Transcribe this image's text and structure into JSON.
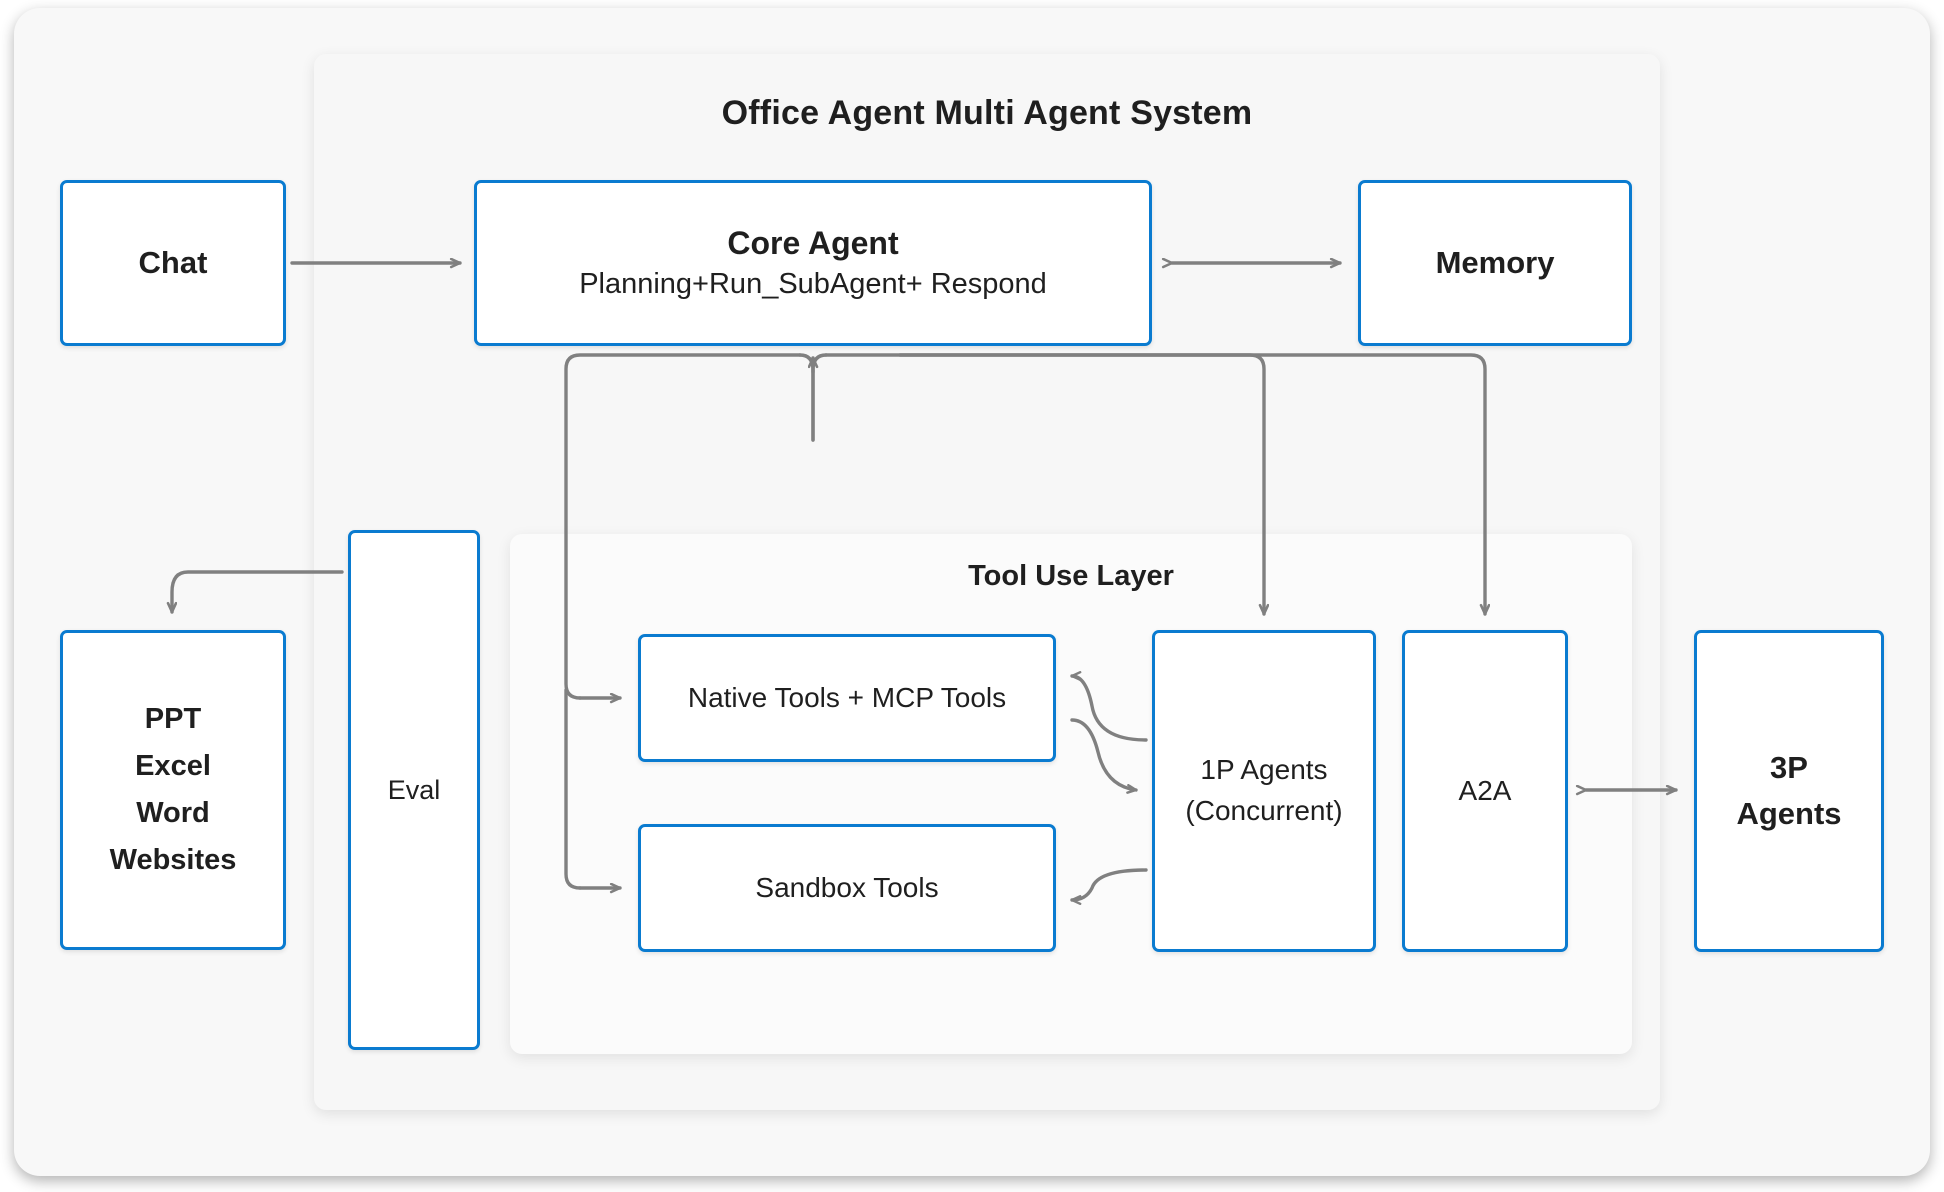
{
  "diagram": {
    "system_title": "Office Agent Multi Agent System",
    "tool_layer_title": "Tool Use Layer",
    "colors": {
      "node_border": "#0a7bd0",
      "node_fill": "#ffffff",
      "panel_fill": "#f7f7f7",
      "page_fill": "#f8f8f8",
      "arrow": "#808080",
      "text": "#1f1f1f"
    },
    "nodes": {
      "chat": {
        "label": "Chat"
      },
      "core_agent": {
        "title": "Core Agent",
        "subtitle": "Planning+Run_SubAgent+ Respond"
      },
      "memory": {
        "label": "Memory"
      },
      "documents": {
        "line1": "PPT",
        "line2": "Excel",
        "line3": "Word",
        "line4": "Websites"
      },
      "eval": {
        "label": "Eval"
      },
      "native_tools": {
        "label": "Native Tools + MCP Tools"
      },
      "sandbox_tools": {
        "label": "Sandbox Tools"
      },
      "first_party_agents": {
        "line1": "1P Agents",
        "line2": "(Concurrent)"
      },
      "a2a": {
        "label": "A2A"
      },
      "third_party_agents": {
        "line1": "3P",
        "line2": "Agents"
      }
    },
    "edges": [
      {
        "name": "chat-to-core",
        "from": "chat",
        "to": "core_agent",
        "style": "arrow"
      },
      {
        "name": "core-to-memory",
        "from": "core_agent",
        "to": "memory",
        "style": "bidirectional"
      },
      {
        "name": "tools-to-core",
        "from": "tool_layer",
        "to": "core_agent",
        "style": "arrow"
      },
      {
        "name": "core-to-native-tools",
        "from": "core_agent",
        "to": "native_tools",
        "style": "arrow"
      },
      {
        "name": "core-to-sandbox-tools",
        "from": "core_agent",
        "to": "sandbox_tools",
        "style": "arrow"
      },
      {
        "name": "core-to-1p-agents",
        "from": "core_agent",
        "to": "first_party_agents",
        "style": "arrow"
      },
      {
        "name": "core-to-a2a",
        "from": "core_agent",
        "to": "a2a",
        "style": "arrow"
      },
      {
        "name": "1p-agents-to-native-tools",
        "from": "first_party_agents",
        "to": "native_tools",
        "style": "arrow"
      },
      {
        "name": "1p-agents-to-sandbox-tools",
        "from": "first_party_agents",
        "to": "sandbox_tools",
        "style": "arrow"
      },
      {
        "name": "native-tools-to-1p-agents",
        "from": "native_tools",
        "to": "first_party_agents",
        "style": "arrow"
      },
      {
        "name": "eval-to-documents",
        "from": "eval",
        "to": "documents",
        "style": "arrow"
      },
      {
        "name": "a2a-to-3p-agents",
        "from": "a2a",
        "to": "third_party_agents",
        "style": "bidirectional"
      }
    ]
  }
}
